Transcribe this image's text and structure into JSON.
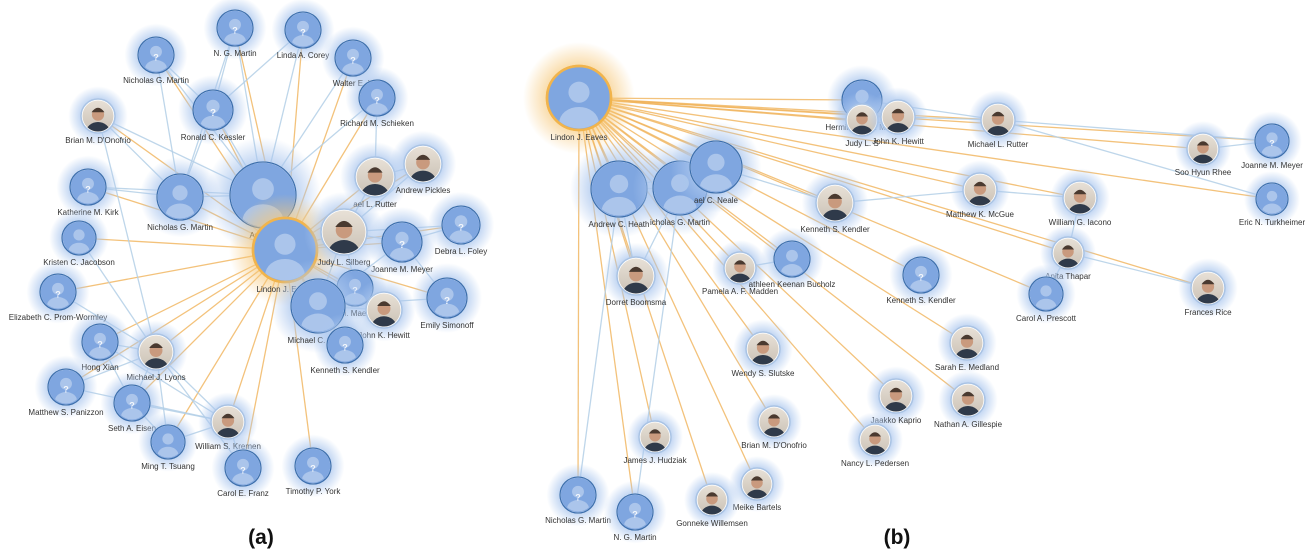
{
  "colors": {
    "background": "#ffffff",
    "node_fill": "#7fa6e0",
    "node_stroke": "#3c6fae",
    "node_glow": "#aac6ee",
    "center_ring": "#f1b44c",
    "center_glow": "#f6c777",
    "edge_center": "#f0b35a",
    "edge_other": "#b3cfe6",
    "label_text": "#333333"
  },
  "panels": [
    {
      "id": "a",
      "caption": "(a)",
      "center": "lindon",
      "nodes": [
        {
          "id": "nm1",
          "label": "Nicholas G. Martin",
          "kind": "unknown",
          "icon": "unknown-person-icon"
        },
        {
          "id": "ngm",
          "label": "N. G. Martin",
          "kind": "unknown",
          "icon": "unknown-person-icon"
        },
        {
          "id": "lac",
          "label": "Linda A. Corey",
          "kind": "unknown",
          "icon": "unknown-person-icon"
        },
        {
          "id": "wen",
          "label": "Walter E. N",
          "kind": "unknown",
          "icon": "unknown-person-icon"
        },
        {
          "id": "rms",
          "label": "Richard M. Schieken",
          "kind": "unknown",
          "icon": "unknown-person-icon"
        },
        {
          "id": "rck",
          "label": "Ronald C. Kessler",
          "kind": "unknown",
          "icon": "unknown-person-icon"
        },
        {
          "id": "bmd",
          "label": "Brian M. D'Onofrio",
          "kind": "photo",
          "icon": "person-photo-icon"
        },
        {
          "id": "kmk",
          "label": "Katherine M. Kirk",
          "kind": "unknown",
          "icon": "unknown-person-icon"
        },
        {
          "id": "nm2",
          "label": "Nicholas G. Martin",
          "kind": "member",
          "icon": "person-icon"
        },
        {
          "id": "andrew",
          "label": "Andrew",
          "kind": "member",
          "icon": "person-icon"
        },
        {
          "id": "kcj",
          "label": "Kristen C. Jacobson",
          "kind": "member",
          "icon": "person-icon"
        },
        {
          "id": "ecp",
          "label": "Elizabeth C. Prom-Wormley",
          "kind": "unknown",
          "icon": "unknown-person-icon"
        },
        {
          "id": "hx",
          "label": "Hong Xian",
          "kind": "unknown",
          "icon": "unknown-person-icon"
        },
        {
          "id": "mjl",
          "label": "Michael J. Lyons",
          "kind": "photo",
          "icon": "person-photo-icon"
        },
        {
          "id": "msp",
          "label": "Matthew S. Panizzon",
          "kind": "unknown",
          "icon": "unknown-person-icon"
        },
        {
          "id": "sae",
          "label": "Seth A. Eisen",
          "kind": "unknown",
          "icon": "unknown-person-icon"
        },
        {
          "id": "mtt",
          "label": "Ming T. Tsuang",
          "kind": "member",
          "icon": "person-icon"
        },
        {
          "id": "wsk",
          "label": "William S. Kremen",
          "kind": "photo",
          "icon": "person-photo-icon"
        },
        {
          "id": "cef",
          "label": "Carol E. Franz",
          "kind": "unknown",
          "icon": "unknown-person-icon"
        },
        {
          "id": "tpy",
          "label": "Timothy P. York",
          "kind": "unknown",
          "icon": "unknown-person-icon"
        },
        {
          "id": "lindon",
          "label": "Lindon J. Eaves",
          "kind": "center",
          "icon": "person-icon"
        },
        {
          "id": "mlr",
          "label": "ael L. Rutter",
          "kind": "photo",
          "icon": "person-photo-icon"
        },
        {
          "id": "ap",
          "label": "Andrew Pickles",
          "kind": "photo",
          "icon": "person-photo-icon"
        },
        {
          "id": "jls",
          "label": "Judy L. Silberg",
          "kind": "photo",
          "icon": "person-photo-icon"
        },
        {
          "id": "jmm",
          "label": "Joanne M. Meyer",
          "kind": "unknown",
          "icon": "unknown-person-icon"
        },
        {
          "id": "dlf",
          "label": "Debra L. Foley",
          "kind": "unknown",
          "icon": "unknown-person-icon"
        },
        {
          "id": "hhm",
          "label": "M. Maes",
          "kind": "unknown",
          "icon": "unknown-person-icon"
        },
        {
          "id": "jkh",
          "label": "John K. Hewitt",
          "kind": "photo",
          "icon": "person-photo-icon"
        },
        {
          "id": "es",
          "label": "Emily Simonoff",
          "kind": "unknown",
          "icon": "unknown-person-icon"
        },
        {
          "id": "mcn",
          "label": "Michael C. Neale",
          "kind": "member",
          "icon": "person-icon"
        },
        {
          "id": "kskA",
          "label": "Kenneth S. Kendler",
          "kind": "unknown",
          "icon": "unknown-person-icon"
        }
      ]
    },
    {
      "id": "b",
      "caption": "(b)",
      "center": "lindonB",
      "nodes": [
        {
          "id": "lindonB",
          "label": "Lindon J. Eaves",
          "kind": "center",
          "icon": "person-icon"
        },
        {
          "id": "hhmB",
          "label": "Hermine H. M. Maes",
          "kind": "member",
          "icon": "person-icon"
        },
        {
          "id": "jlsB",
          "label": "Judy L. S",
          "kind": "photo",
          "icon": "person-photo-icon"
        },
        {
          "id": "jkhB",
          "label": "John K. Hewitt",
          "kind": "photo",
          "icon": "person-photo-icon"
        },
        {
          "id": "mlrB",
          "label": "Michael L. Rutter",
          "kind": "photo",
          "icon": "person-photo-icon"
        },
        {
          "id": "shr",
          "label": "Soo Hyun Rhee",
          "kind": "photo",
          "icon": "person-photo-icon"
        },
        {
          "id": "jmmB",
          "label": "Joanne M. Meyer",
          "kind": "unknown",
          "icon": "unknown-person-icon"
        },
        {
          "id": "ent",
          "label": "Eric N. Turkheimer",
          "kind": "member",
          "icon": "person-icon"
        },
        {
          "id": "ach",
          "label": "Andrew C. Heath",
          "kind": "member",
          "icon": "person-icon"
        },
        {
          "id": "ngmB",
          "label": "icholas G. Martin",
          "kind": "member",
          "icon": "person-icon"
        },
        {
          "id": "mcnB",
          "label": "ael C. Neale",
          "kind": "member",
          "icon": "person-icon"
        },
        {
          "id": "ksk1",
          "label": "Kenneth S. Kendler",
          "kind": "photo",
          "icon": "person-photo-icon"
        },
        {
          "id": "mkm",
          "label": "Matthew K. McGue",
          "kind": "photo",
          "icon": "person-photo-icon"
        },
        {
          "id": "wgi",
          "label": "William G. Iacono",
          "kind": "photo",
          "icon": "person-photo-icon"
        },
        {
          "id": "at",
          "label": "Anita Thapar",
          "kind": "photo",
          "icon": "person-photo-icon"
        },
        {
          "id": "db",
          "label": "Dorret Boomsma",
          "kind": "photo",
          "icon": "person-photo-icon"
        },
        {
          "id": "pam",
          "label": "Pamela A. F. Madden",
          "kind": "photo",
          "icon": "person-photo-icon"
        },
        {
          "id": "kkb",
          "label": "athleen Keenan Bucholz",
          "kind": "member",
          "icon": "person-icon"
        },
        {
          "id": "ksk2",
          "label": "Kenneth S. Kendler",
          "kind": "unknown",
          "icon": "unknown-person-icon"
        },
        {
          "id": "cap",
          "label": "Carol A. Prescott",
          "kind": "member",
          "icon": "person-icon"
        },
        {
          "id": "fr",
          "label": "Frances Rice",
          "kind": "photo",
          "icon": "person-photo-icon"
        },
        {
          "id": "wss",
          "label": "Wendy S. Slutske",
          "kind": "photo",
          "icon": "person-photo-icon"
        },
        {
          "id": "sem",
          "label": "Sarah E. Medland",
          "kind": "photo",
          "icon": "person-photo-icon"
        },
        {
          "id": "jk",
          "label": "Jaakko Kaprio",
          "kind": "photo",
          "icon": "person-photo-icon"
        },
        {
          "id": "nag",
          "label": "Nathan A. Gillespie",
          "kind": "photo",
          "icon": "person-photo-icon"
        },
        {
          "id": "jjh",
          "label": "James J. Hudziak",
          "kind": "photo",
          "icon": "person-photo-icon"
        },
        {
          "id": "bmdB",
          "label": "Brian M. D'Onofrio",
          "kind": "photo",
          "icon": "person-photo-icon"
        },
        {
          "id": "nlp",
          "label": "Nancy L. Pedersen",
          "kind": "photo",
          "icon": "person-photo-icon"
        },
        {
          "id": "mb",
          "label": "Meike Bartels",
          "kind": "photo",
          "icon": "person-photo-icon"
        },
        {
          "id": "gw",
          "label": "Gonneke Willemsen",
          "kind": "photo",
          "icon": "person-photo-icon"
        },
        {
          "id": "nm1B",
          "label": "Nicholas G. Martin",
          "kind": "unknown",
          "icon": "unknown-person-icon"
        },
        {
          "id": "ngm2B",
          "label": "N. G. Martin",
          "kind": "unknown",
          "icon": "unknown-person-icon"
        }
      ]
    }
  ]
}
